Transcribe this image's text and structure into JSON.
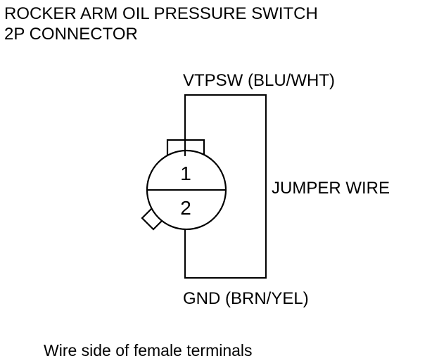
{
  "title": {
    "line1": "ROCKER ARM OIL PRESSURE SWITCH",
    "line2": "2P CONNECTOR"
  },
  "wires": {
    "top_label": "VTPSW (BLU/WHT)",
    "bottom_label": "GND (BRN/YEL)",
    "jumper_label": "JUMPER WIRE"
  },
  "connector": {
    "pins": [
      {
        "number": "1"
      },
      {
        "number": "2"
      }
    ]
  },
  "caption": "Wire side of female terminals"
}
